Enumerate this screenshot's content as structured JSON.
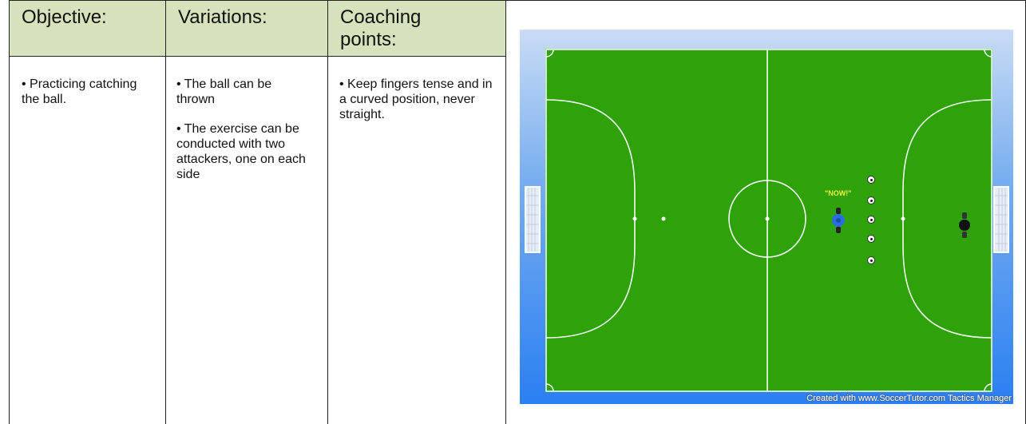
{
  "table": {
    "headers": {
      "objective": "Objective:",
      "variations": "Variations:",
      "coaching": "Coaching points:"
    },
    "objective": {
      "items": [
        "• Practicing catching the ball."
      ]
    },
    "variations": {
      "items": [
        "• The ball can be thrown",
        "• The exercise can be conducted with two attackers, one on each side"
      ]
    },
    "coaching": {
      "items": [
        "• Keep fingers tense and in a curved position, never straight."
      ]
    }
  },
  "diagram": {
    "callout": "\"NOW!\"",
    "credit": "Created with www.SoccerTutor.com Tactics Manager",
    "colors": {
      "pitch": "#2fa20a",
      "attacker": "#2a6fe0",
      "goalkeeper": "#111111",
      "callout": "#f4f03a"
    },
    "balls_count": 5
  }
}
